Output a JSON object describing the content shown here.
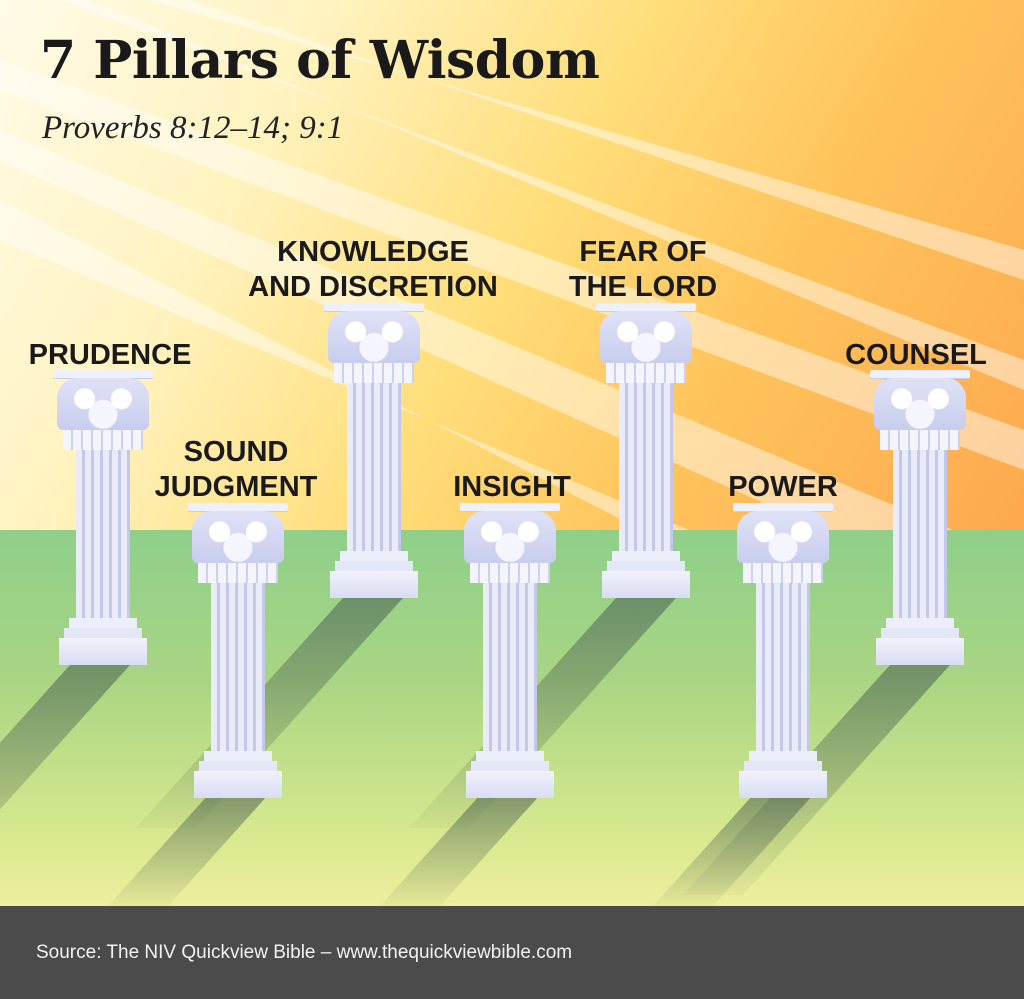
{
  "title": "7 Pillars of Wisdom",
  "subtitle": "Proverbs 8:12–14; 9:1",
  "pillars": [
    {
      "label": [
        "PRUDENCE"
      ]
    },
    {
      "label": [
        "SOUND",
        "JUDGMENT"
      ]
    },
    {
      "label": [
        "KNOWLEDGE",
        "AND DISCRETION"
      ]
    },
    {
      "label": [
        "INSIGHT"
      ]
    },
    {
      "label": [
        "FEAR OF",
        "THE LORD"
      ]
    },
    {
      "label": [
        "POWER"
      ]
    },
    {
      "label": [
        "COUNSEL"
      ]
    }
  ],
  "footer": {
    "source": "Source: The NIV Quickview Bible – www.thequickviewbible.com"
  }
}
